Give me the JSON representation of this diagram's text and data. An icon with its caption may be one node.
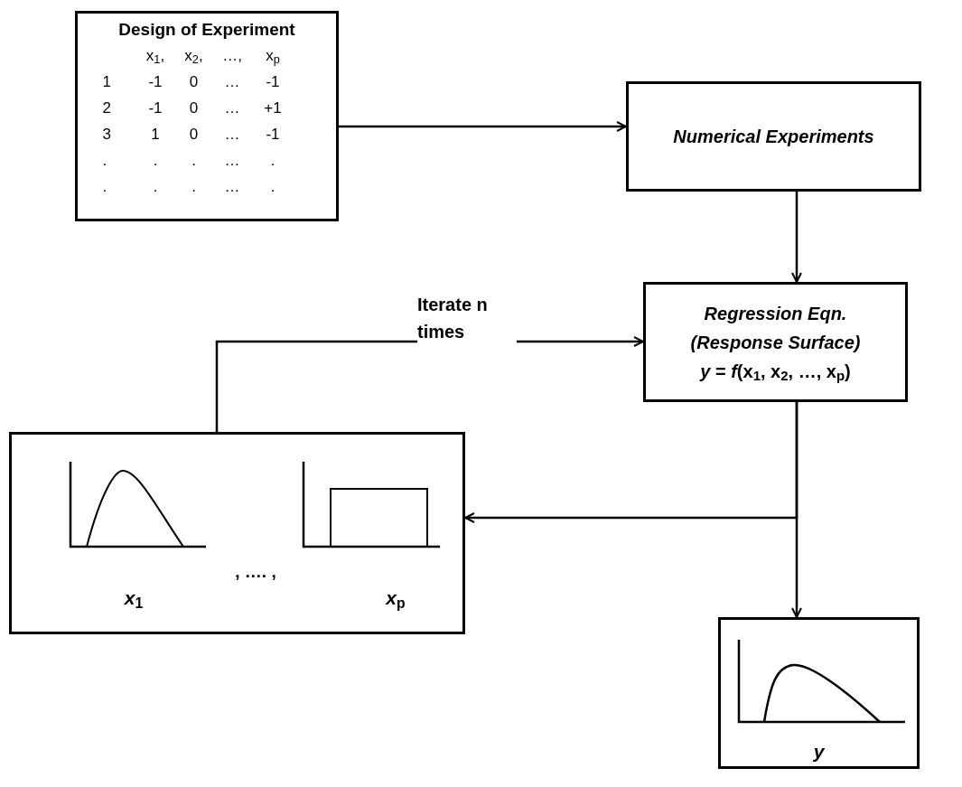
{
  "diagram": {
    "nodes": [
      {
        "text": [
          "Design of Experiment",
          "x$_{1}$,",
          "x$_{2}$,",
          "…,",
          "x$_{p}$",
          "1",
          "-1",
          "0",
          "…",
          "-1",
          "2",
          "-1",
          "0",
          "…",
          "+1",
          "3",
          "1",
          "0",
          "…",
          "-1",
          ".",
          ".",
          ".",
          "…",
          ".",
          ".",
          ".",
          ".",
          "…",
          "."
        ]
      },
      {
        "text": [
          "Numerical Experiments"
        ]
      },
      {
        "text": [
          "Regression Eqn.",
          "(Response Surface)",
          "*y* = *f*(x$_{1}$, x$_{2}$, …, x$_{p}$)"
        ]
      },
      {
        "text": [
          "*x*$_{1}$",
          ", …. ,",
          "*x*$_{p}$"
        ]
      },
      {
        "text": [
          "y"
        ]
      }
    ],
    "edges": [
      {
        "from": 0,
        "to": 1,
        "arrow": "to"
      },
      {
        "from": 1,
        "to": 2,
        "arrow": "to"
      },
      {
        "from": 3,
        "to": 2,
        "arrow": "to",
        "label": "Iterate n times"
      },
      {
        "from": 2,
        "to": 3,
        "arrow": "to"
      },
      {
        "from": 2,
        "to": 4,
        "arrow": "to"
      }
    ]
  }
}
